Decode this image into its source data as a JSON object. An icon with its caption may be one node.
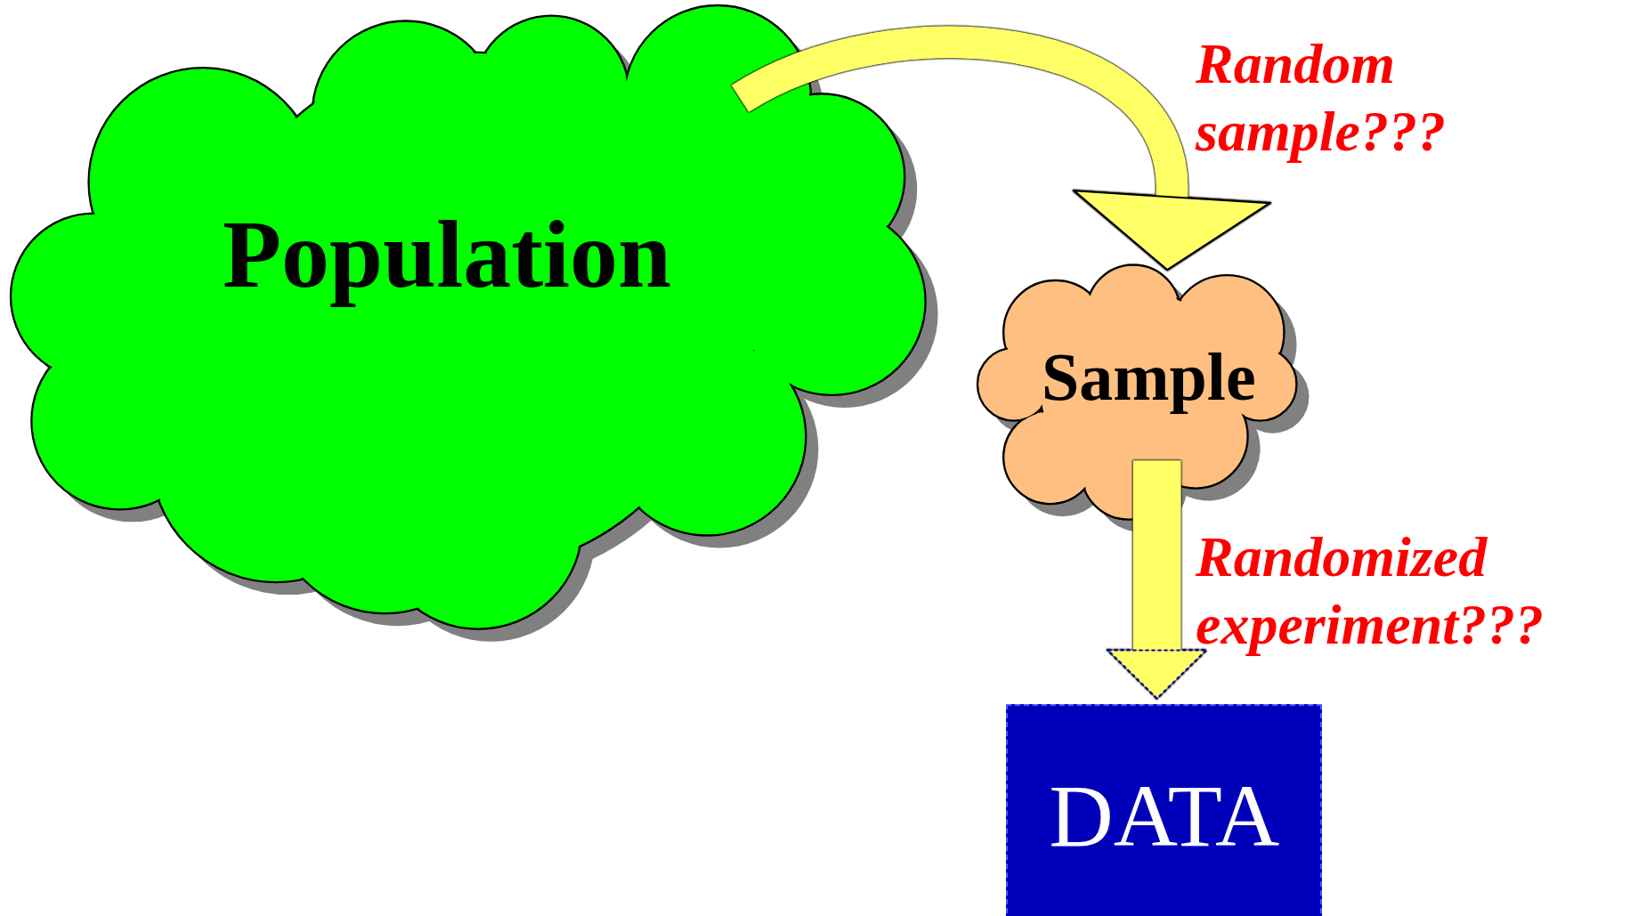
{
  "diagram": {
    "nodes": [
      {
        "text": [
          "Population"
        ]
      },
      {
        "text": [
          "Sample"
        ]
      },
      {
        "text": [
          "DATA"
        ]
      }
    ],
    "edges": [
      {
        "from": 0,
        "to": 1,
        "arrow": "to"
      },
      {
        "from": 1,
        "to": 2,
        "arrow": "to"
      }
    ],
    "labels": [
      "Random sample???",
      "Randomized experiment???"
    ]
  }
}
